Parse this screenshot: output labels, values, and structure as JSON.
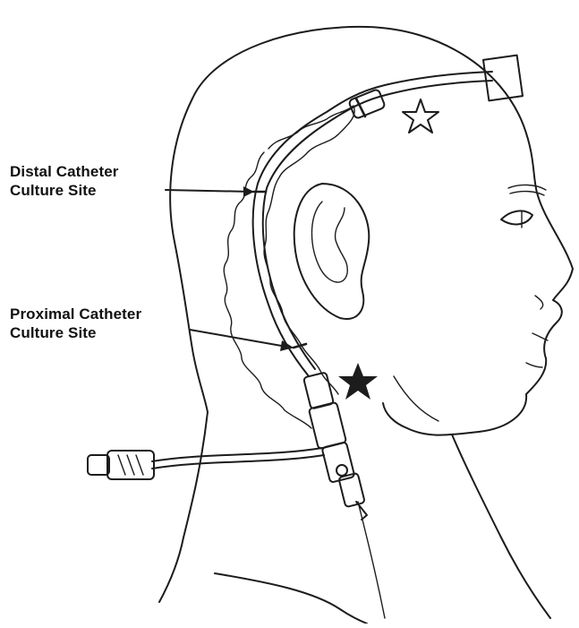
{
  "labels": {
    "distal": {
      "line1": "Distal Catheter",
      "line2": "Culture Site"
    },
    "proximal": {
      "line1": "Proximal Catheter",
      "line2": "Culture Site"
    }
  },
  "markers": {
    "open_star": "outline-star-icon",
    "filled_star": "filled-star-icon"
  },
  "colors": {
    "ink": "#1c1c1c",
    "background": "#ffffff"
  }
}
